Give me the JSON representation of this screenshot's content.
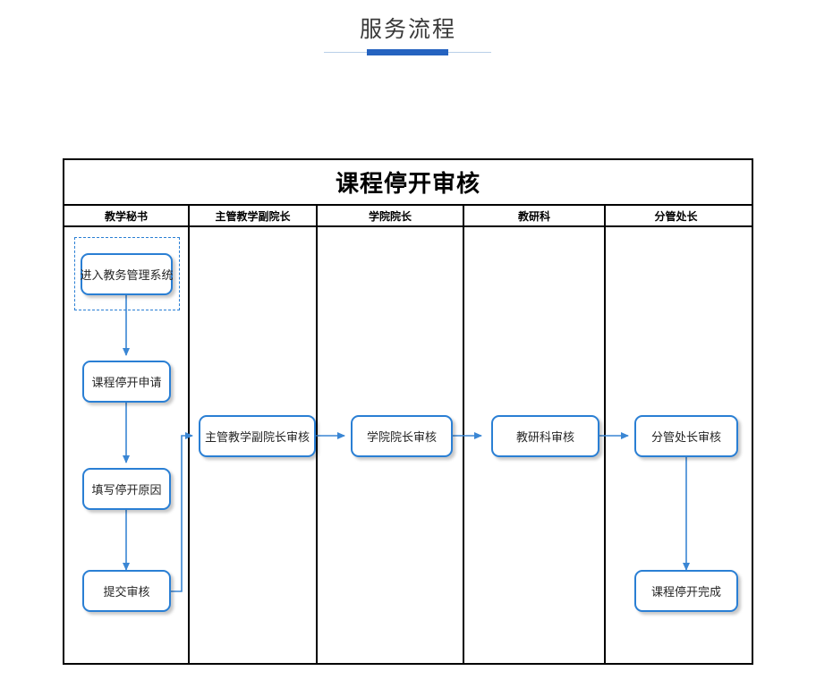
{
  "page": {
    "title": "服务流程",
    "accent_color": "#2563c0",
    "rule_color": "#b9cfe8"
  },
  "diagram": {
    "title": "课程停开审核",
    "node_border_color": "#2a7fd4",
    "connector_color": "#3a86d4",
    "lanes": [
      {
        "id": "lane-jiaoxuemishu",
        "label": "教学秘书"
      },
      {
        "id": "lane-zhuguanfuyuanzhang",
        "label": "主管教学副院长"
      },
      {
        "id": "lane-xueyuanyuanzhang",
        "label": "学院院长"
      },
      {
        "id": "lane-jiaoyanke",
        "label": "教研科"
      },
      {
        "id": "lane-fenguanchuzhang",
        "label": "分管处长"
      }
    ],
    "nodes": [
      {
        "id": "node-enter-system",
        "label": "进入教务管理系统",
        "lane": 0,
        "selected": true
      },
      {
        "id": "node-apply-stop",
        "label": "课程停开申请",
        "lane": 0,
        "selected": false
      },
      {
        "id": "node-fill-reason",
        "label": "填写停开原因",
        "lane": 0,
        "selected": false
      },
      {
        "id": "node-submit-review",
        "label": "提交审核",
        "lane": 0,
        "selected": false
      },
      {
        "id": "node-vice-dean-review",
        "label": "主管教学副院长审核",
        "lane": 1,
        "selected": false
      },
      {
        "id": "node-dean-review",
        "label": "学院院长审核",
        "lane": 2,
        "selected": false
      },
      {
        "id": "node-section-review",
        "label": "教研科审核",
        "lane": 3,
        "selected": false
      },
      {
        "id": "node-chief-review",
        "label": "分管处长审核",
        "lane": 4,
        "selected": false
      },
      {
        "id": "node-complete",
        "label": "课程停开完成",
        "lane": 4,
        "selected": false
      }
    ],
    "edges": [
      {
        "from": "node-enter-system",
        "to": "node-apply-stop"
      },
      {
        "from": "node-apply-stop",
        "to": "node-fill-reason"
      },
      {
        "from": "node-fill-reason",
        "to": "node-submit-review"
      },
      {
        "from": "node-submit-review",
        "to": "node-vice-dean-review"
      },
      {
        "from": "node-vice-dean-review",
        "to": "node-dean-review"
      },
      {
        "from": "node-dean-review",
        "to": "node-section-review"
      },
      {
        "from": "node-section-review",
        "to": "node-chief-review"
      },
      {
        "from": "node-chief-review",
        "to": "node-complete"
      }
    ]
  }
}
